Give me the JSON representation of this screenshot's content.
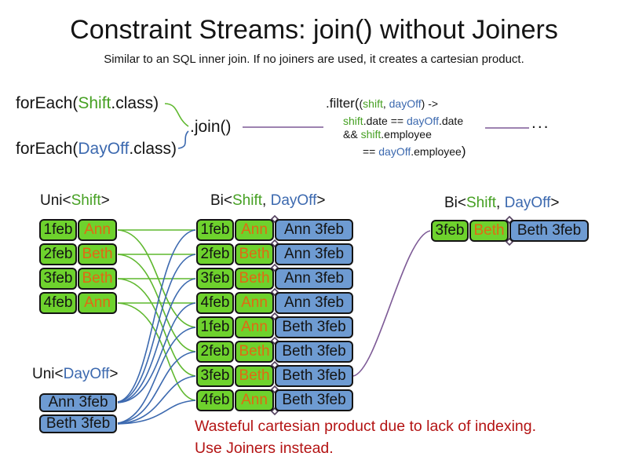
{
  "slide": {
    "title": "Constraint Streams: join() without Joiners",
    "subtitle": "Similar to an SQL inner join. If no joiners are used, it creates a cartesian product."
  },
  "code": {
    "foreach_shift": {
      "prefix": "forEach(",
      "cls": "Shift",
      "suffix": ".class)"
    },
    "foreach_dayoff": {
      "prefix": "forEach(",
      "cls": "DayOff",
      "suffix": ".class)"
    },
    "join": ".join()",
    "filter": {
      "open": ".filter(",
      "args_open": "(",
      "arg_shift": "shift",
      "args_comma": ", ",
      "arg_dayoff": "dayOff",
      "args_arrow": ") ->",
      "l2_shift": "shift",
      "l2_mid": ".date == ",
      "l2_dayoff": "dayOff",
      "l2_end": ".date",
      "l3_and": "&& ",
      "l3_shift": "shift",
      "l3_end": ".employee",
      "l4_eq": "== ",
      "l4_dayoff": "dayOff",
      "l4_end": ".employee",
      "close": ")"
    },
    "ellipsis": "..."
  },
  "labels": {
    "uni_shift": {
      "prefix": "Uni<",
      "shift": "Shift",
      "suffix": ">"
    },
    "uni_dayoff": {
      "prefix": "Uni<",
      "dayoff": "DayOff",
      "suffix": ">"
    },
    "bi_join": {
      "prefix": "Bi<",
      "shift": "Shift",
      "comma": ", ",
      "dayoff": "DayOff",
      "suffix": ">"
    },
    "bi_filtered": {
      "prefix": "Bi<",
      "shift": "Shift",
      "comma": ", ",
      "dayoff": "DayOff",
      "suffix": ">"
    }
  },
  "tables": {
    "uni_shift": {
      "rows": [
        [
          "1feb",
          "Ann"
        ],
        [
          "2feb",
          "Beth"
        ],
        [
          "3feb",
          "Beth"
        ],
        [
          "4feb",
          "Ann"
        ]
      ]
    },
    "uni_dayoff": {
      "rows": [
        "Ann 3feb",
        "Beth 3feb"
      ]
    },
    "bi_join": {
      "rows": [
        [
          "1feb",
          "Ann",
          "Ann 3feb"
        ],
        [
          "2feb",
          "Beth",
          "Ann 3feb"
        ],
        [
          "3feb",
          "Beth",
          "Ann 3feb"
        ],
        [
          "4feb",
          "Ann",
          "Ann 3feb"
        ],
        [
          "1feb",
          "Ann",
          "Beth 3feb"
        ],
        [
          "2feb",
          "Beth",
          "Beth 3feb"
        ],
        [
          "3feb",
          "Beth",
          "Beth 3feb"
        ],
        [
          "4feb",
          "Ann",
          "Beth 3feb"
        ]
      ]
    },
    "bi_filtered": {
      "rows": [
        [
          "3feb",
          "Beth",
          "Beth 3feb"
        ]
      ]
    }
  },
  "warning": {
    "line1": "Wasteful cartesian product due to lack of indexing.",
    "line2": "Use Joiners instead."
  },
  "colors": {
    "shift_green_text": "#46a023",
    "dayoff_blue_text": "#3c69af",
    "cell_green_bg": "#6ed22d",
    "cell_blue_bg": "#6e9bd2",
    "employee_orange_text": "#e16914",
    "warning_red": "#b41414",
    "connector_green": "#5fb82e",
    "connector_blue": "#3c69af",
    "connector_purple": "#7d5a96"
  }
}
